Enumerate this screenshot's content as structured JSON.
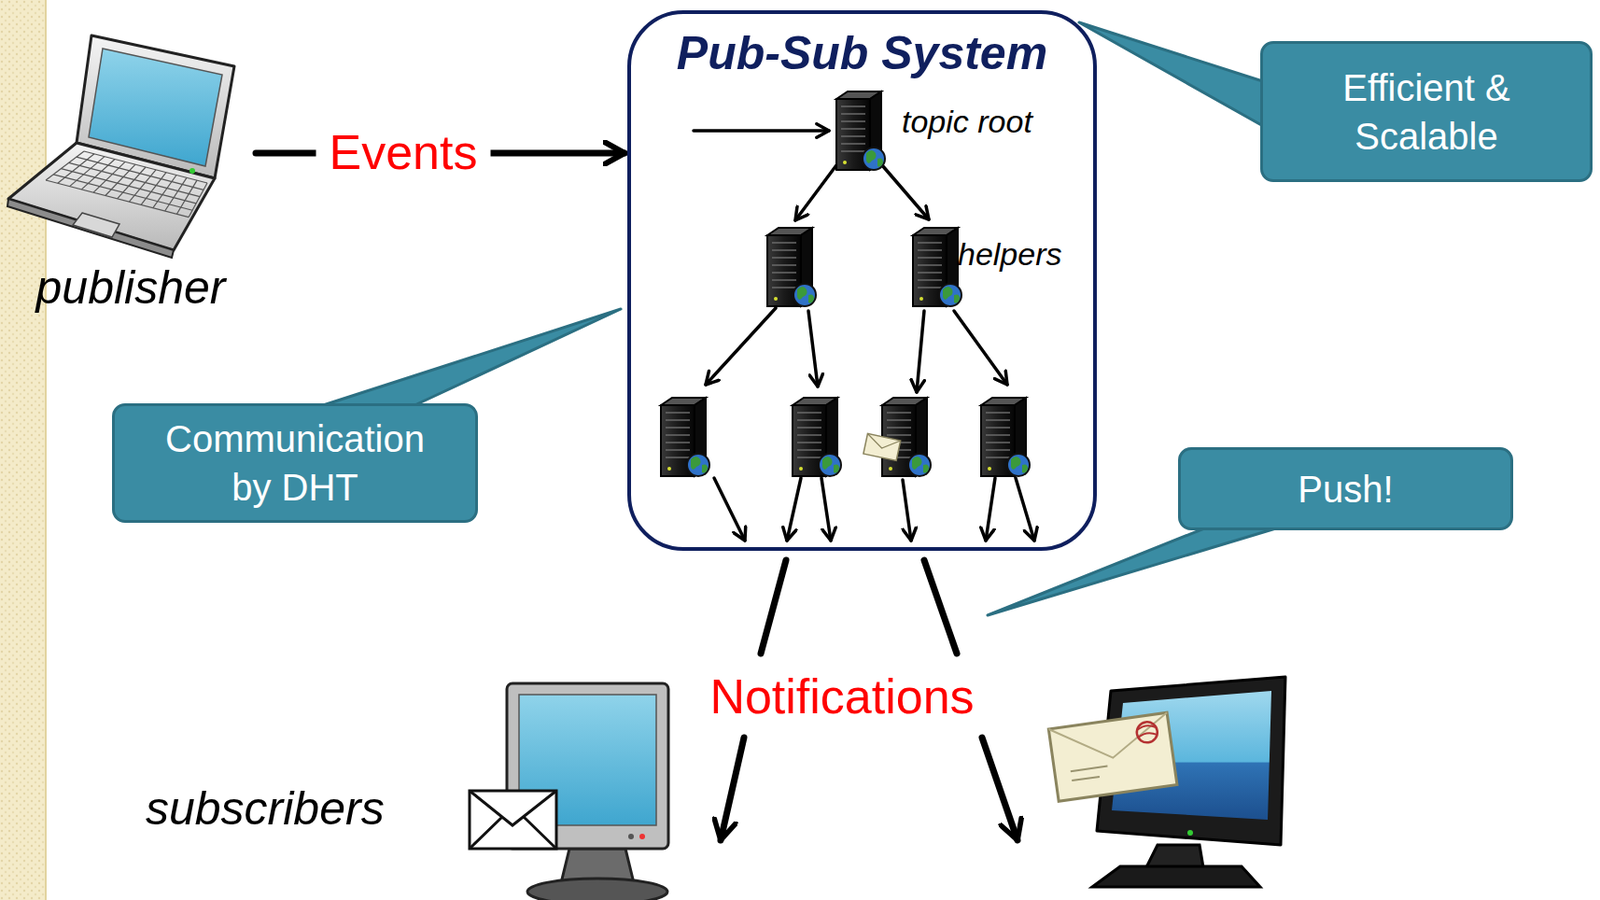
{
  "diagram": {
    "nodes": [
      {
        "text": [
          "publisher"
        ]
      },
      {
        "text": [
          "Pub-Sub System"
        ]
      },
      {
        "text": [
          "Efficient & Scalable"
        ]
      },
      {
        "text": [
          "Communication by DHT"
        ]
      },
      {
        "text": [
          "Push!"
        ]
      }
    ],
    "edges": [
      {
        "from": 0,
        "to": 1,
        "label": "Events",
        "arrow": "to"
      }
    ],
    "labels": [
      "topic root",
      "helpers",
      "Notifications",
      "subscribers"
    ]
  }
}
